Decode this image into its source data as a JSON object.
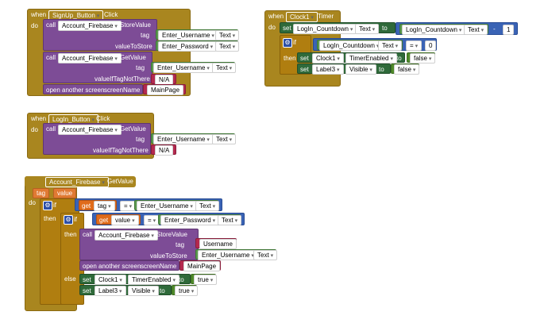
{
  "kw": {
    "when": "when",
    "do": "do",
    "call": "call",
    "set": "set",
    "to": "to",
    "if": "if",
    "then": "then",
    "else": "else",
    "get": "get",
    "eq": "=",
    "minus": "-",
    "open_screen": "open another screen",
    "screen_name": "screenName",
    "tag": "tag",
    "value_to_store": "valueToStore",
    "value_if_tag_not_there": "valueIfTagNotThere",
    "store_value": "StoreValue",
    "get_value": "GetValue",
    "click": "Click",
    "timer": "Timer",
    "text": "Text",
    "timer_enabled": "TimerEnabled",
    "visible": "Visible",
    "tag_param": "tag",
    "value_param": "value"
  },
  "components": {
    "signup_button": "SignUp_Button",
    "login_button": "LogIn_Button",
    "firebase": "Account_Firebase",
    "clock1": "Clock1",
    "label3": "Label3",
    "enter_username": "Enter_Username",
    "enter_password": "Enter_Password",
    "login_countdown": "LogIn_Countdown"
  },
  "values": {
    "na": "N/A",
    "mainpage": "MainPage",
    "one": "1",
    "zero": "0",
    "false": "false",
    "true": "true",
    "username": "Username"
  }
}
